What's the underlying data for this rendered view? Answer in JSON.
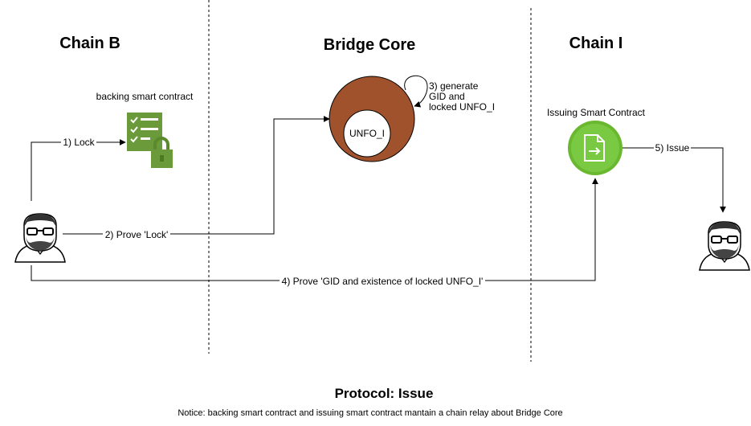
{
  "columns": {
    "chain_b": "Chain B",
    "bridge_core": "Bridge Core",
    "chain_i": "Chain I"
  },
  "nodes": {
    "backing_contract": "backing smart contract",
    "issuing_contract": "Issuing Smart Contract",
    "unfo_circle": "UNFO_I"
  },
  "steps": {
    "lock": "1) Lock",
    "prove_lock": "2) Prove 'Lock'",
    "generate": [
      "3) generate",
      "GID and",
      "locked UNFO_I"
    ],
    "prove_gid": "4) Prove 'GID and existence of locked UNFO_I'",
    "issue": "5) Issue"
  },
  "footer": {
    "title": "Protocol: Issue",
    "notice": "Notice: backing smart contract and issuing smart contract mantain a chain relay about Bridge Core"
  },
  "colors": {
    "contract_green": "#6a9a3a",
    "core_brown": "#a0522d",
    "issuing_green": "#7ac943"
  },
  "icons": [
    "user-avatar-icon",
    "checklist-lock-icon",
    "document-arrow-icon"
  ]
}
